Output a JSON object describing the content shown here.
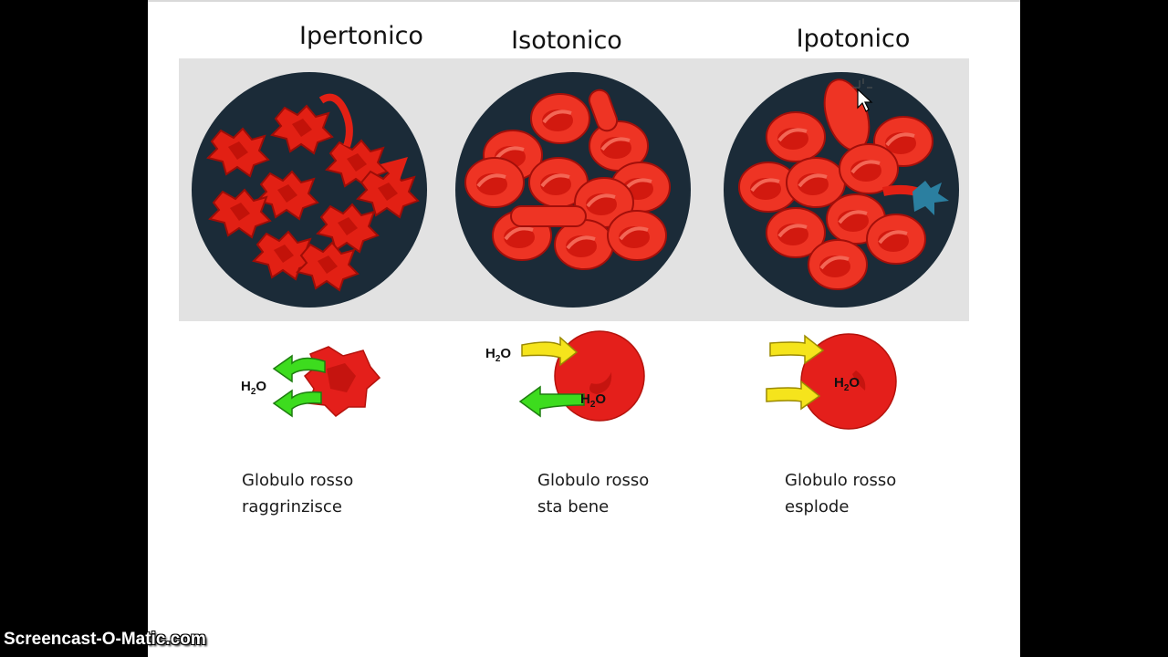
{
  "columns": [
    {
      "title": "Ipertonico",
      "caption_line1": "Globulo rosso",
      "caption_line2": "raggrinzisce",
      "label_h": "H",
      "label_sub": "2",
      "label_o": "O"
    },
    {
      "title": "Isotonico",
      "caption_line1": "Globulo rosso",
      "caption_line2": "sta bene",
      "label_h": "H",
      "label_sub": "2",
      "label_o": "O"
    },
    {
      "title": "Ipotonico",
      "caption_line1": "Globulo rosso",
      "caption_line2": "esplode",
      "label_h": "H",
      "label_sub": "2",
      "label_o": "O"
    }
  ],
  "watermark": "Screencast-O-Matic.com",
  "colors": {
    "cell_red": "#e41f1b",
    "cell_dark": "#c5140f",
    "dish": "#1b2b38",
    "band": "#e2e2e2",
    "arrow_green": "#3ddc1e",
    "arrow_yellow": "#f5e41c",
    "burst": "#2b7fa0"
  },
  "icons": [
    "cursor-icon"
  ]
}
